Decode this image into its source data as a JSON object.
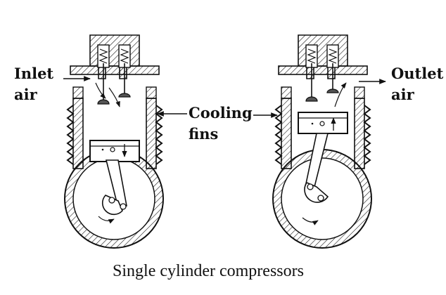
{
  "labels": {
    "inlet_line1": "Inlet",
    "inlet_line2": "air",
    "cooling_line1": "Cooling",
    "cooling_line2": "fins",
    "outlet_line1": "Outlet",
    "outlet_line2": "air"
  },
  "caption": "Single cylinder compressors",
  "colors": {
    "ink": "#111111",
    "background": "#ffffff",
    "valve_fill": "#555555"
  }
}
